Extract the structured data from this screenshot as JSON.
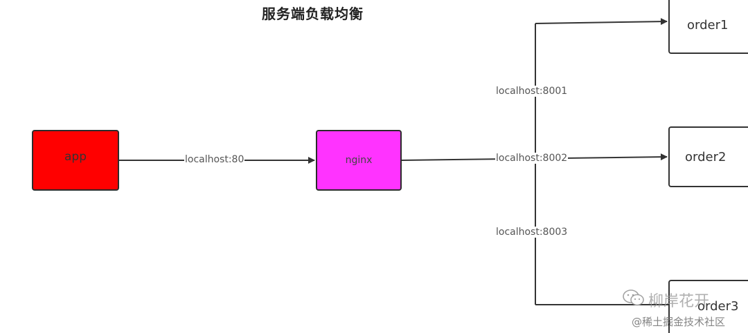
{
  "title": "服务端负载均衡",
  "nodes": {
    "app": "app",
    "nginx": "nginx",
    "order1": "order1",
    "order2": "order2",
    "order3": "order3"
  },
  "edges": {
    "app_to_nginx": "localhost:80",
    "to_order1": "localhost:8001",
    "to_order2": "localhost:8002",
    "to_order3": "localhost:8003"
  },
  "colors": {
    "app_fill": "#ff0000",
    "nginx_fill": "#ff33ff",
    "line": "#333333"
  },
  "watermark": {
    "main": "柳岸花开",
    "sub": "@稀土掘金技术社区",
    "icon": "wechat-icon"
  }
}
